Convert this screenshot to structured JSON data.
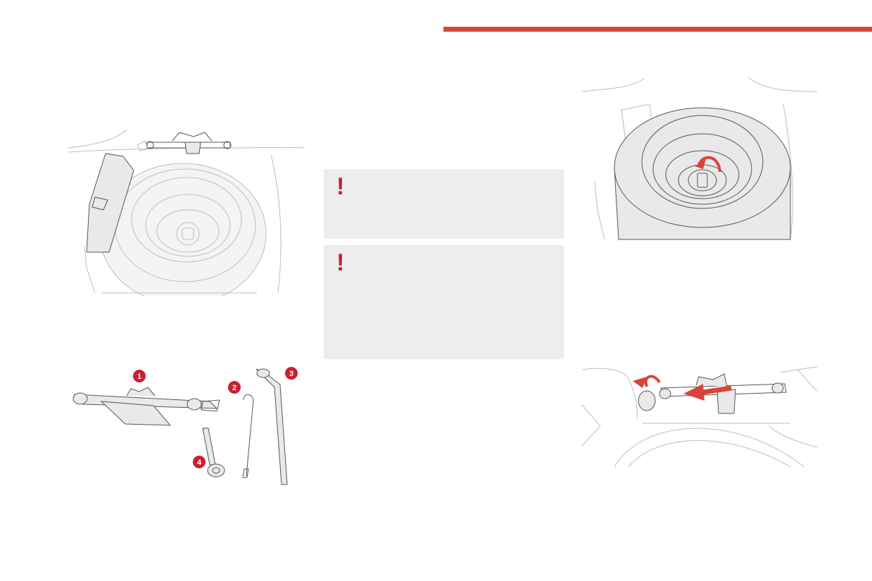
{
  "colors": {
    "accent": "#d9443a",
    "warning_bg": "#ededed",
    "callout": "#c8202f"
  },
  "warnings": [
    {
      "icon": "exclamation-icon",
      "symbol": "!"
    },
    {
      "icon": "exclamation-icon",
      "symbol": "!"
    }
  ],
  "callouts": [
    "1",
    "2",
    "3",
    "4"
  ],
  "illustrations": [
    {
      "icon": "spare-wheel-in-boot-illustration"
    },
    {
      "icon": "tool-kit-illustration"
    },
    {
      "icon": "spare-wheel-retaining-bolt-illustration"
    },
    {
      "icon": "jack-stowage-illustration"
    }
  ]
}
